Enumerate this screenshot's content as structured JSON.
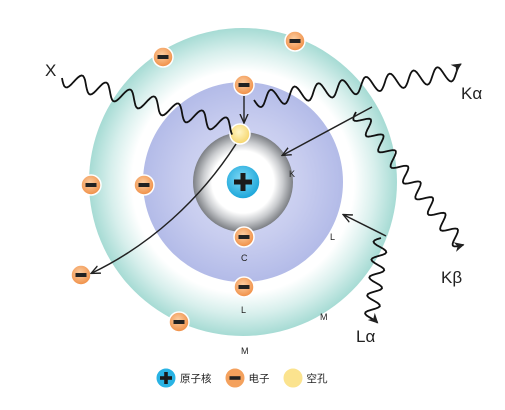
{
  "labels": {
    "x_ray": "X",
    "k_alpha": "Kα",
    "k_beta": "Kβ",
    "l_alpha": "Lα",
    "shell_k": "K",
    "shell_l": "L",
    "shell_m": "M",
    "c_label": "C",
    "l_label": "L",
    "m_label": "M"
  },
  "legend": {
    "nucleus": "原子核",
    "electron": "电子",
    "hole": "空孔"
  },
  "colors": {
    "outer_shell": "#b2e0da",
    "middle_shell": "#bcc3ea",
    "inner_shell": "#8f9296",
    "nucleus": "#29b3e4",
    "electron": "#f4a15d",
    "hole": "#fbe38e"
  }
}
